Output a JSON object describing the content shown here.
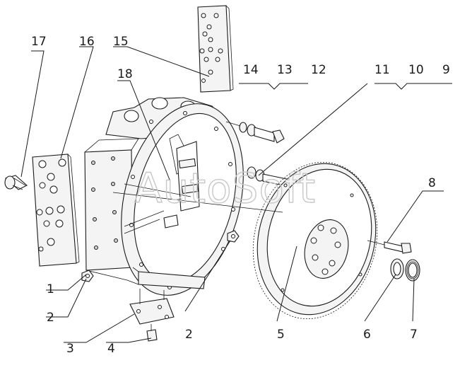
{
  "watermark": "AutoSoft",
  "callouts": {
    "c1": "1",
    "c2a": "2",
    "c2b": "2",
    "c3": "3",
    "c4": "4",
    "c5": "5",
    "c6": "6",
    "c7": "7",
    "c8": "8",
    "c9": "9",
    "c10": "10",
    "c11": "11",
    "c12": "12",
    "c13": "13",
    "c14": "14",
    "c15": "15",
    "c16": "16",
    "c17": "17",
    "c18": "18"
  }
}
